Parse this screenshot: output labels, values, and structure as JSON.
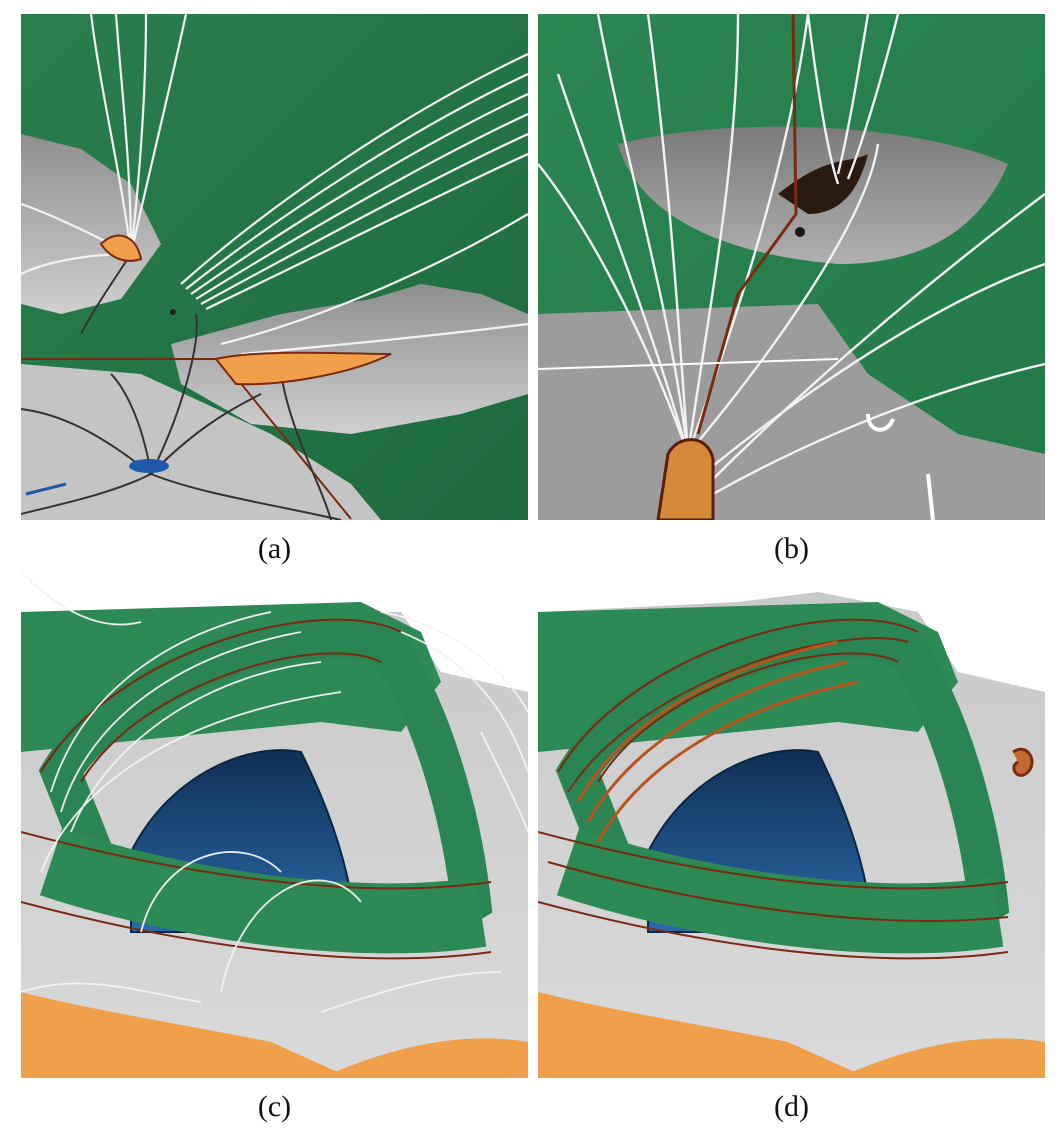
{
  "figure": {
    "panels": [
      {
        "id": "a",
        "caption": "(a)"
      },
      {
        "id": "b",
        "caption": "(b)"
      },
      {
        "id": "c",
        "caption": "(c)"
      },
      {
        "id": "d",
        "caption": "(d)"
      }
    ]
  },
  "colors": {
    "surface_green": "#2e8a55",
    "surface_green_dark": "#1f6b40",
    "ground_gray": "#b8b8b8",
    "ground_gray_light": "#d2d2d2",
    "orange_patch": "#f0a04a",
    "dark_red_outline": "#7a2a10",
    "field_line_white": "#f4f4f4",
    "field_line_dark": "#333333",
    "blue_patch": "#1e4f82"
  }
}
